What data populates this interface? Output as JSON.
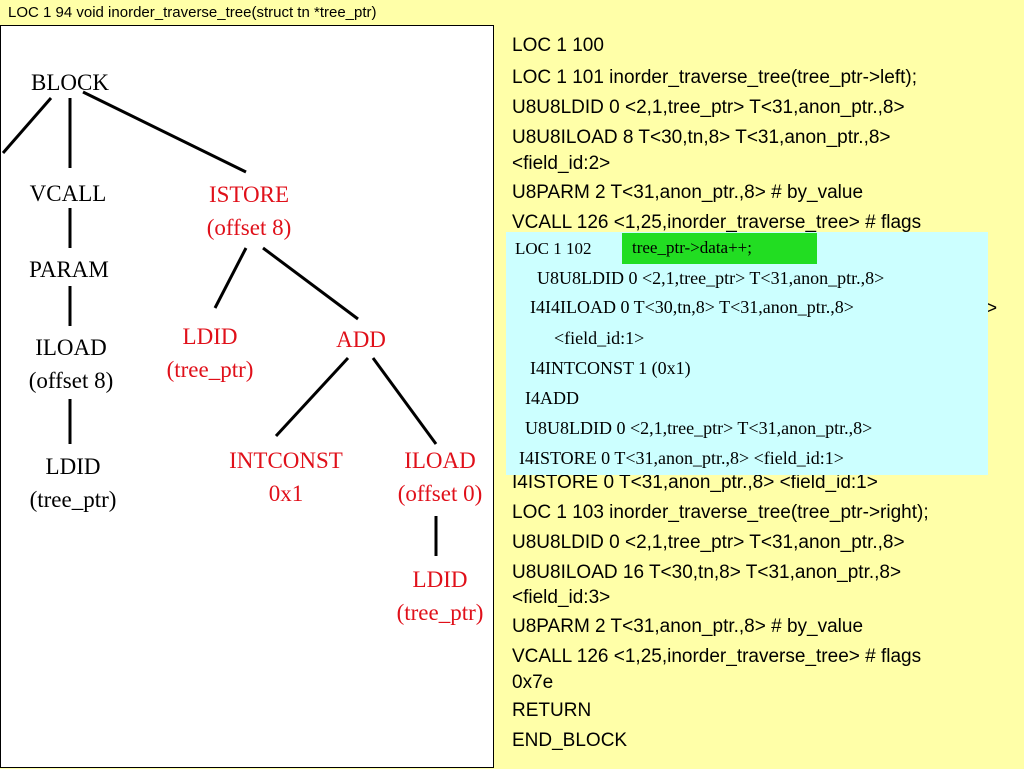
{
  "title": "LOC 1 94 void inorder_traverse_tree(struct tn *tree_ptr)",
  "tree": {
    "block": "BLOCK",
    "vcall": "VCALL",
    "param": "PARAM",
    "iload1": [
      "ILOAD",
      "(offset 8)"
    ],
    "ldid1": [
      "LDID",
      "(tree_ptr)"
    ],
    "istore": [
      "ISTORE",
      "(offset 8)"
    ],
    "ldid2": [
      "LDID",
      "(tree_ptr)"
    ],
    "add": "ADD",
    "intconst": [
      "INTCONST",
      "0x1"
    ],
    "iload2": [
      "ILOAD",
      "(offset 0)"
    ],
    "ldid3": [
      "LDID",
      "(tree_ptr)"
    ]
  },
  "listing": [
    "LOC 1 100",
    "LOC 1 101   inorder_traverse_tree(tree_ptr->left);",
    "   U8U8LDID 0 <2,1,tree_ptr> T<31,anon_ptr.,8>",
    "  U8U8ILOAD 8 T<30,tn,8> T<31,anon_ptr.,8>",
    "     <field_id:2>",
    " U8PARM 2 T<31,anon_ptr.,8> #  by_value",
    "VCALL 126 <1,25,inorder_traverse_tree> # flags",
    ">",
    "I4ISTORE 0 T<31,anon_ptr.,8> <field_id:1>",
    "LOC 1 103   inorder_traverse_tree(tree_ptr->right);",
    "   U8U8LDID 0 <2,1,tree_ptr> T<31,anon_ptr.,8>",
    "  U8U8ILOAD 16 T<30,tn,8> T<31,anon_ptr.,8>",
    "     <field_id:3>",
    " U8PARM 2 T<31,anon_ptr.,8> #  by_value",
    "VCALL 126 <1,25,inorder_traverse_tree> # flags",
    "     0x7e",
    "RETURN",
    "END_BLOCK"
  ],
  "popup": {
    "loc": "LOC 1 102",
    "highlight": "tree_ptr->data++;",
    "lines": [
      "U8U8LDID 0 <2,1,tree_ptr> T<31,anon_ptr.,8>",
      "I4I4ILOAD 0 T<30,tn,8> T<31,anon_ptr.,8>",
      "<field_id:1>",
      "I4INTCONST 1 (0x1)",
      "I4ADD",
      "U8U8LDID 0 <2,1,tree_ptr> T<31,anon_ptr.,8>",
      "I4ISTORE 0 T<31,anon_ptr.,8> <field_id:1>"
    ]
  }
}
